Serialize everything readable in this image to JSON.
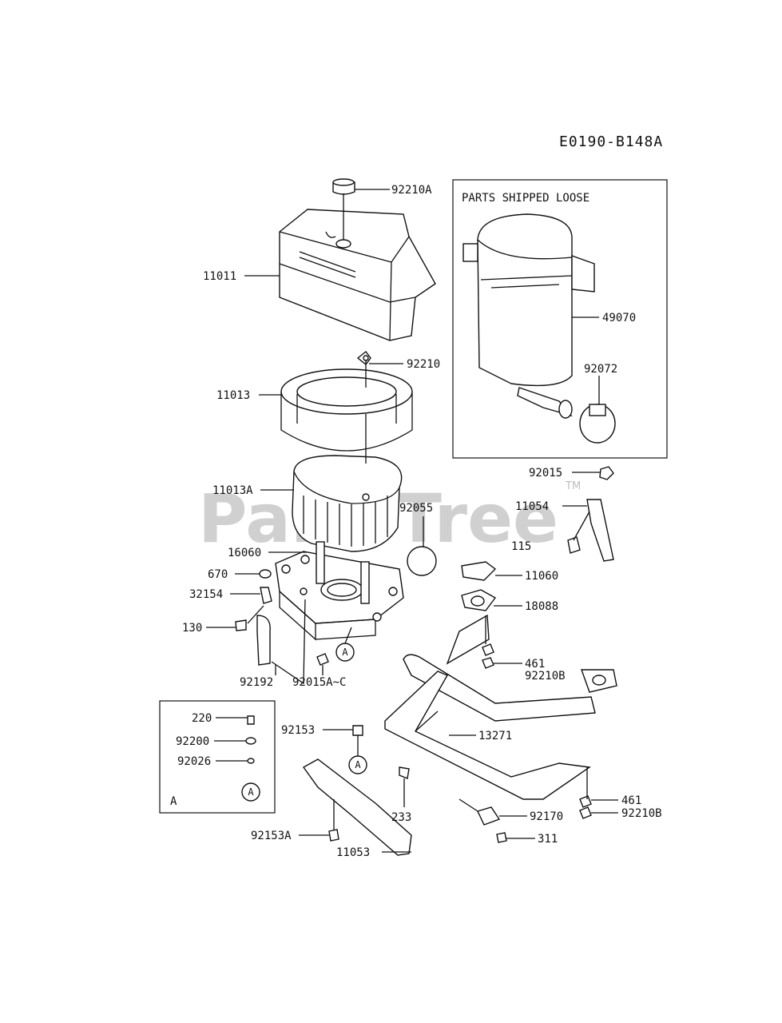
{
  "diagram_code": "E0190-B148A",
  "loose_box_title": "PARTS SHIPPED LOOSE",
  "inset_label": "A",
  "ref_mark": "A",
  "watermark": "PartsTree",
  "watermark_tm": "TM",
  "labels": {
    "p92210A": "92210A",
    "p11011": "11011",
    "p92210": "92210",
    "p11013": "11013",
    "p11013A": "11013A",
    "p92055": "92055",
    "p16060": "16060",
    "p670": "670",
    "p32154": "32154",
    "p130": "130",
    "p92192": "92192",
    "p92015AC": "92015A~C",
    "p49070": "49070",
    "p92072": "92072",
    "p92015": "92015",
    "p11054": "11054",
    "p115": "115",
    "p11060": "11060",
    "p18088": "18088",
    "p461a": "461",
    "p92210Ba": "92210B",
    "p13271": "13271",
    "p92153": "92153",
    "p233": "233",
    "p461b": "461",
    "p92210Bb": "92210B",
    "p92170": "92170",
    "p311": "311",
    "p92153A": "92153A",
    "p11053": "11053",
    "p220": "220",
    "p92200": "92200",
    "p92026": "92026"
  }
}
